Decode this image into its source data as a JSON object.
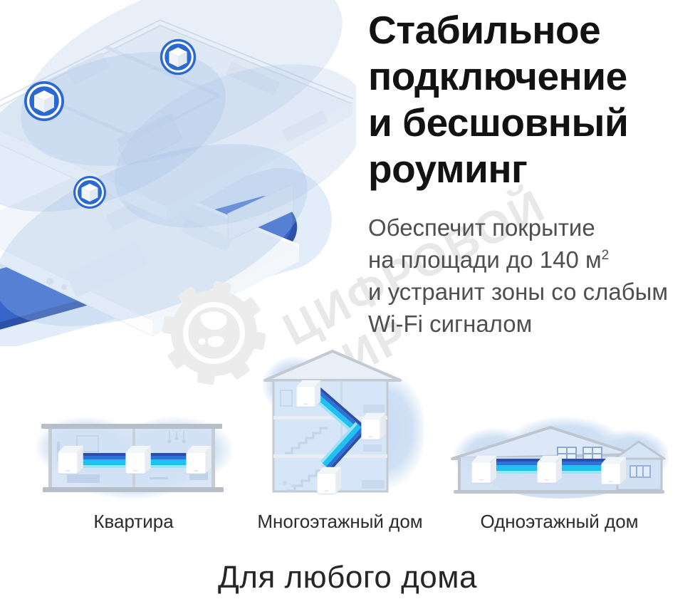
{
  "hero": {
    "title_lines": [
      "Стабильное",
      "подключение",
      "и бесшовный",
      "роуминг"
    ],
    "subtitle": {
      "line1": "Обеспечит покрытие",
      "line2_main": "на площади до 140 м",
      "line2_sup": "2",
      "line3": "и устранит зоны со слабым",
      "line4": "Wi-Fi сигналом"
    }
  },
  "homes": [
    {
      "label": "Квартира"
    },
    {
      "label": "Многоэтажный дом"
    },
    {
      "label": "Одноэтажный дом"
    }
  ],
  "watermark": {
    "line1": "ЦИФРОВОЙ",
    "line2": "МИР"
  },
  "footer": {
    "title": "Для любого дома"
  },
  "colors": {
    "badge_blue": "#2a69d2",
    "swoosh_blue": "#3565ca",
    "swoosh_edge": "#2b51a8",
    "band_navy": "#2b4fa5",
    "band_blue": "#2e72d8",
    "band_cyan": "#1fc1f0",
    "band_light_cyan": "#9fe2f8",
    "coverage_blue": "#aac5e9",
    "house_line": "#bdc5cf",
    "house_fill": "#d6e5f7",
    "heading_text": "#121212",
    "body_text": "#4f4f4f"
  }
}
